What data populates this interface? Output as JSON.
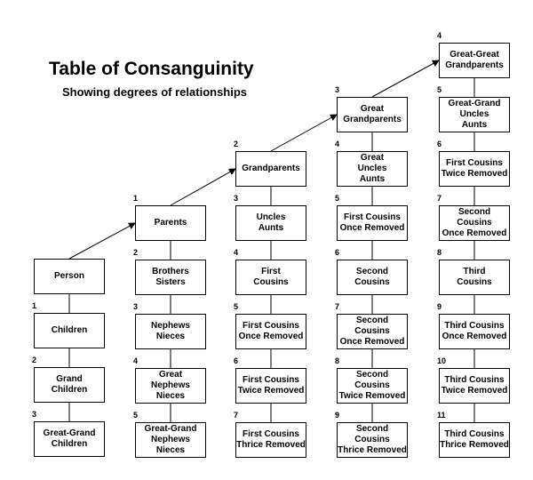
{
  "title": "Table of Consanguinity",
  "subtitle": "Showing degrees of relationships",
  "columns": [
    {
      "nodes": [
        {
          "label": "Person",
          "degree": ""
        },
        {
          "label": "Children",
          "degree": "1"
        },
        {
          "label": "Grand\nChildren",
          "degree": "2"
        },
        {
          "label": "Great-Grand\nChildren",
          "degree": "3"
        }
      ]
    },
    {
      "nodes": [
        {
          "label": "Parents",
          "degree": "1"
        },
        {
          "label": "Brothers\nSisters",
          "degree": "2"
        },
        {
          "label": "Nephews\nNieces",
          "degree": "3"
        },
        {
          "label": "Great\nNephews\nNieces",
          "degree": "4"
        },
        {
          "label": "Great-Grand\nNephews\nNieces",
          "degree": "5"
        }
      ]
    },
    {
      "nodes": [
        {
          "label": "Grandparents",
          "degree": "2"
        },
        {
          "label": "Uncles\nAunts",
          "degree": "3"
        },
        {
          "label": "First\nCousins",
          "degree": "4"
        },
        {
          "label": "First Cousins\nOnce Removed",
          "degree": "5"
        },
        {
          "label": "First Cousins\nTwice Removed",
          "degree": "6"
        },
        {
          "label": "First Cousins\nThrice Removed",
          "degree": "7"
        }
      ]
    },
    {
      "nodes": [
        {
          "label": "Great\nGrandparents",
          "degree": "3"
        },
        {
          "label": "Great\nUncles\nAunts",
          "degree": "4"
        },
        {
          "label": "First Cousins\nOnce Removed",
          "degree": "5"
        },
        {
          "label": "Second\nCousins",
          "degree": "6"
        },
        {
          "label": "Second Cousins\nOnce Removed",
          "degree": "7"
        },
        {
          "label": "Second Cousins\nTwice Removed",
          "degree": "8"
        },
        {
          "label": "Second Cousins\nThrice Removed",
          "degree": "9"
        }
      ]
    },
    {
      "nodes": [
        {
          "label": "Great-Great\nGrandparents",
          "degree": "4"
        },
        {
          "label": "Great-Grand\nUncles\nAunts",
          "degree": "5"
        },
        {
          "label": "First Cousins\nTwice Removed",
          "degree": "6"
        },
        {
          "label": "Second Cousins\nOnce Removed",
          "degree": "7"
        },
        {
          "label": "Third\nCousins",
          "degree": "8"
        },
        {
          "label": "Third Cousins\nOnce Removed",
          "degree": "9"
        },
        {
          "label": "Third Cousins\nTwice Removed",
          "degree": "10"
        },
        {
          "label": "Third Cousins\nThrice Removed",
          "degree": "11"
        }
      ]
    }
  ],
  "colors": {
    "line": "#000000",
    "box_border": "#000000",
    "background": "#ffffff"
  }
}
